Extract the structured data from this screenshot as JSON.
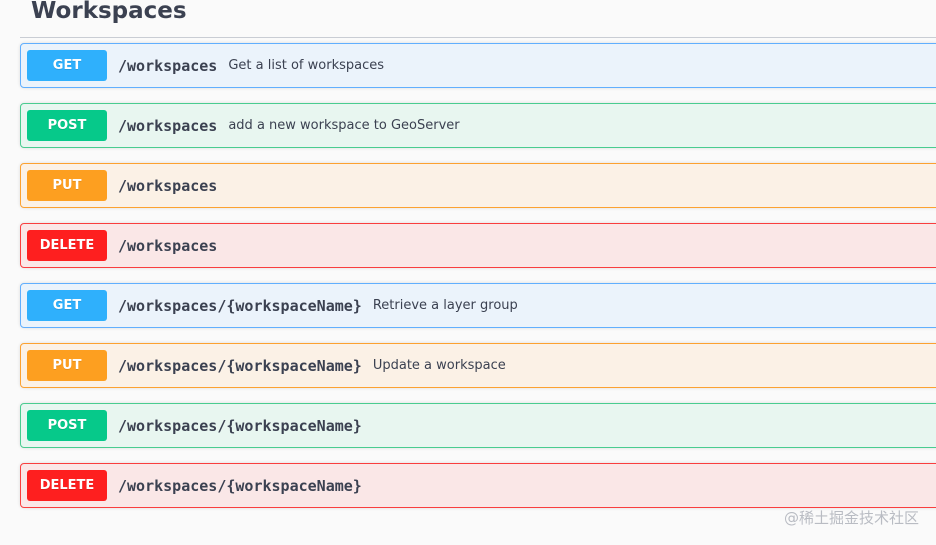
{
  "section": {
    "title": "Workspaces"
  },
  "operations": [
    {
      "method": "GET",
      "path": "/workspaces",
      "summary": "Get a list of workspaces"
    },
    {
      "method": "POST",
      "path": "/workspaces",
      "summary": "add a new workspace to GeoServer"
    },
    {
      "method": "PUT",
      "path": "/workspaces",
      "summary": ""
    },
    {
      "method": "DELETE",
      "path": "/workspaces",
      "summary": ""
    },
    {
      "method": "GET",
      "path": "/workspaces/{workspaceName}",
      "summary": "Retrieve a layer group"
    },
    {
      "method": "PUT",
      "path": "/workspaces/{workspaceName}",
      "summary": "Update a workspace"
    },
    {
      "method": "POST",
      "path": "/workspaces/{workspaceName}",
      "summary": ""
    },
    {
      "method": "DELETE",
      "path": "/workspaces/{workspaceName}",
      "summary": ""
    }
  ],
  "watermark": "@稀土掘金技术社区",
  "colors": {
    "get": "#2fb0fc",
    "post": "#06c98a",
    "put": "#fd9f20",
    "delete": "#fe1f1f",
    "text": "#3b4151"
  }
}
